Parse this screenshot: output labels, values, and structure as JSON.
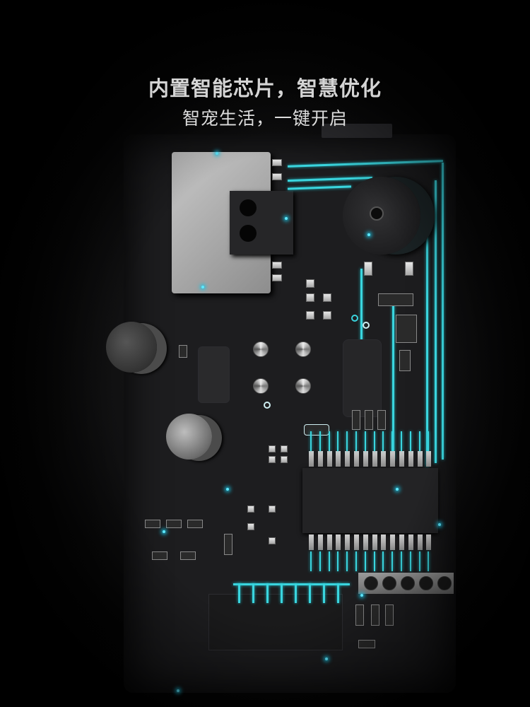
{
  "headline": {
    "title": "内置智能芯片，智慧优化",
    "subtitle": "智宠生活，一键开启"
  },
  "visual": {
    "subject": "circuit-board",
    "accent_color": "#3ad5de",
    "background_color": "#000000",
    "board_color": "#1d1d1f",
    "ic_pins_per_side": 14,
    "connector_holes": 5,
    "electrolytic_capacitors": 2,
    "buzzer": 1
  }
}
